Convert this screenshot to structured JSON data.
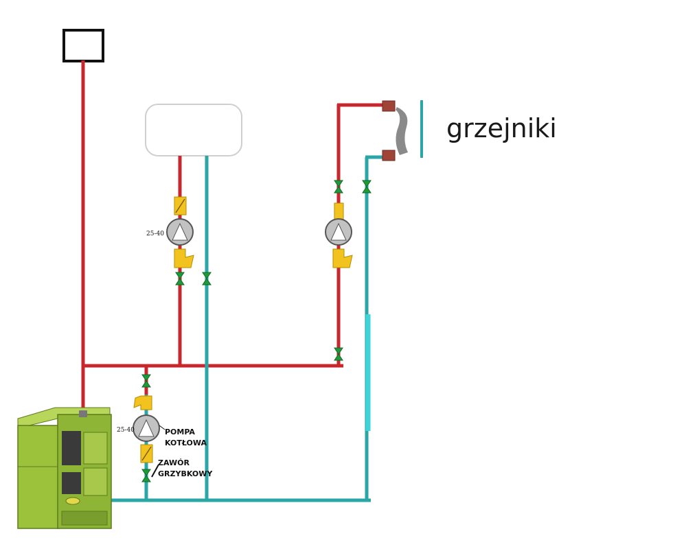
{
  "labels": {
    "radiators": "grzejniki",
    "boiler_pump_line1": "POMPA",
    "boiler_pump_line2": "KOTŁOWA",
    "mushroom_valve_line1": "ZAWÓR",
    "mushroom_valve_line2": "GRZYBKOWY",
    "pump_model_tank": "25-40",
    "pump_model_boiler": "25-40"
  },
  "colors": {
    "supply_pipe": "#c8282d",
    "return_pipe": "#2aa6a6",
    "valve": "#1f9a3a",
    "filter": "#f2c21e",
    "boiler_body": "#9cc23c",
    "pump_body": "#b9b9b9"
  }
}
